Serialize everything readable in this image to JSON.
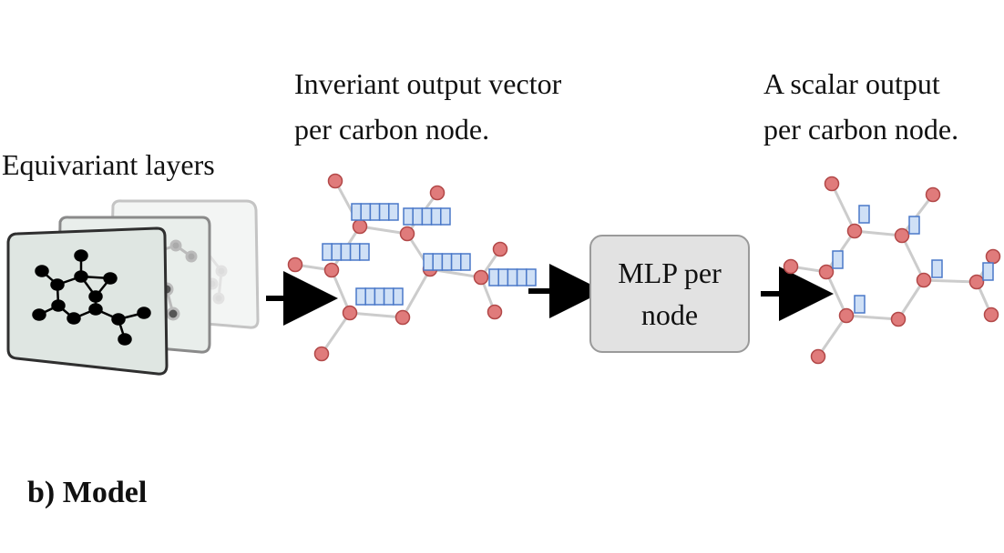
{
  "labels": {
    "equivariant": "Equivariant layers",
    "invariant_line1": "Inveriant output vector",
    "invariant_line2": "per carbon node.",
    "scalar_line1": "A scalar output",
    "scalar_line2": "per carbon node.",
    "mlp_line1": "MLP per",
    "mlp_line2": "node",
    "section": "b) Model"
  },
  "colors": {
    "node_fill": "#e07b7b",
    "node_stroke": "#b24848",
    "bond": "#cccccc",
    "vector_fill": "#cfe0f6",
    "vector_stroke": "#4a78c8",
    "arrow": "#000000",
    "layer_front_fill": "#dfe6e2",
    "layer_border": "#3a3a3a",
    "mlp_fill": "#e2e2e2"
  },
  "icons": {
    "arrows": [
      "arrow-right-icon",
      "arrow-right-icon",
      "arrow-right-icon"
    ]
  },
  "vector_cells_per_node": 5,
  "scalar_cells_per_node": 1
}
